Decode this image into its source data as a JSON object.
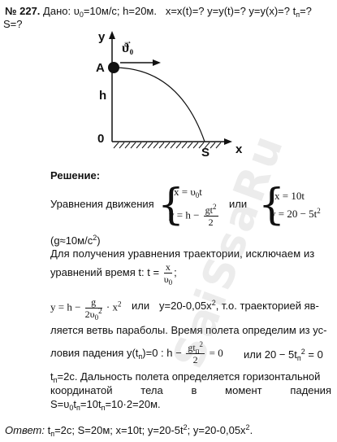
{
  "header": {
    "number": "№ 227.",
    "given": "Дано: υ",
    "given_sub": "0",
    "given_rest": "=10м/с; h=20м.",
    "questions": "x=x(t)=? y=y(t)=? y=y(x)=? t",
    "q_sub": "п",
    "q_rest": "=?",
    "line2": "S=?"
  },
  "figure": {
    "axis_y": "y",
    "axis_x": "x",
    "point_a": "A",
    "h": "h",
    "origin": "0",
    "s": "S",
    "velocity": "ϑ",
    "velocity_sub": "0"
  },
  "solution": {
    "heading": "Решение:",
    "eq_label": "Уравнения движения",
    "eq1": "x = υ",
    "eq1_sub": "0",
    "eq1_t": "t",
    "eq2a": "y = h −",
    "eq2_num": "gt",
    "eq2_num_sup": "2",
    "eq2_den": "2",
    "or1": "или",
    "eq3": "x = 10t",
    "eq4": "y = 20 − 5t",
    "eq4_sup": "2",
    "g_note": "(g≈10м/с",
    "g_note_sup": "2",
    "g_note_end": ")",
    "p1_line1": "Для получения уравнения траектории, исключаем из",
    "p1_line2": "уравнений время t: t =",
    "t_num": "x",
    "t_den": "υ",
    "t_den_sub": "0",
    "t_end": ";",
    "traj_a": "y = h −",
    "traj_num": "g",
    "traj_den": "2υ",
    "traj_den_sub": "0",
    "traj_den_sup": "2",
    "traj_b": "· x",
    "traj_b_sup": "2",
    "traj_or": "или",
    "traj_c": "y=20-0,05x",
    "traj_c_sup": "2",
    "traj_d": ", т.о. траекторией яв-",
    "p2_line1": "ляется ветвь параболы. Время полета определим из ус-",
    "p2_line2a": "ловия падения y(t",
    "p2_line2a_sub": "п",
    "p2_line2b": ")=0 :  h −",
    "fall_num": "gt",
    "fall_num_sub": "п",
    "fall_num_sup": "2",
    "fall_den": "2",
    "fall_eq": "= 0",
    "fall_or": "или 20 − 5t",
    "fall_or_sub": "п",
    "fall_or_sup": "2",
    "fall_or_end": "= 0",
    "p3_line1a": "t",
    "p3_line1a_sub": "п",
    "p3_line1b": "=2с. Дальность полета определяется горизонтальной",
    "p3_line2a": "координатой",
    "p3_line2b": "тела",
    "p3_line2c": "в",
    "p3_line2d": "момент",
    "p3_line2e": "падения",
    "p3_line3": "S=υ",
    "p3_line3_sub1": "0",
    "p3_line3_b": "t",
    "p3_line3_sub2": "п",
    "p3_line3_c": "=10t",
    "p3_line3_sub3": "п",
    "p3_line3_d": "=10·2=20м."
  },
  "answer": {
    "label": "Ответ:",
    "text_a": " t",
    "text_a_sub": "п",
    "text_b": "=2с; S=20м; x=10t; y=20-5t",
    "text_b_sup": "2",
    "text_c": "; y=20-0,05x",
    "text_c_sup": "2",
    "text_d": "."
  },
  "watermark": "SaiSsaRu"
}
